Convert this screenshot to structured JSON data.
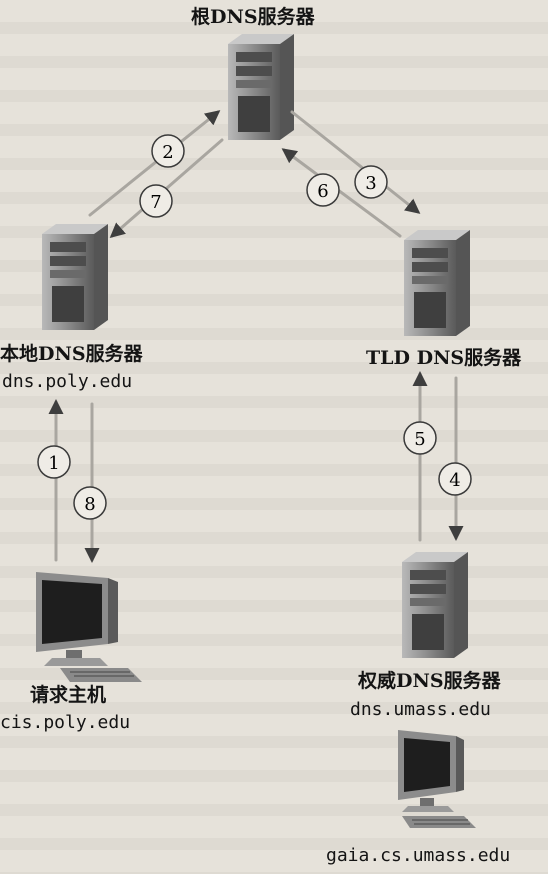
{
  "nodes": {
    "root": {
      "title": "根DNS服务器"
    },
    "local": {
      "title": "本地DNS服务器",
      "host": "dns.poly.edu"
    },
    "tld": {
      "title": "TLD DNS服务器"
    },
    "auth": {
      "title": "权威DNS服务器",
      "host": "dns.umass.edu"
    },
    "req": {
      "title": "请求主机",
      "host": "cis.poly.edu"
    },
    "dest": {
      "host": "gaia.cs.umass.edu"
    }
  },
  "steps": [
    "1",
    "2",
    "3",
    "4",
    "5",
    "6",
    "7",
    "8"
  ],
  "colors": {
    "background": "#e6e2da",
    "arrow": "#4a4a4a",
    "arrow_light": "#a9a6a0",
    "server_body": "#7a7a7a",
    "circle_fill": "#efece6"
  }
}
